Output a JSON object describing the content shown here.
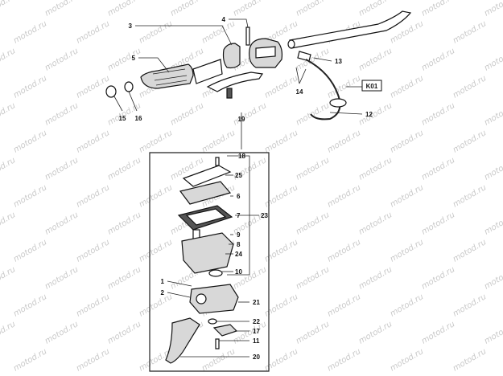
{
  "watermark": "motod.ru",
  "reference_tag": "K01",
  "callouts": {
    "c1": "1",
    "c2": "2",
    "c3": "3",
    "c4": "4",
    "c5": "5",
    "c6": "6",
    "c7": "7",
    "c8": "8",
    "c9": "9",
    "c10": "10",
    "c11": "11",
    "c12": "12",
    "c13": "13",
    "c14": "14",
    "c15": "15",
    "c16": "16",
    "c17": "17",
    "c18": "18",
    "c19": "19",
    "c20": "20",
    "c21": "21",
    "c22": "22",
    "c23": "23",
    "c24": "24",
    "c25": "25"
  }
}
